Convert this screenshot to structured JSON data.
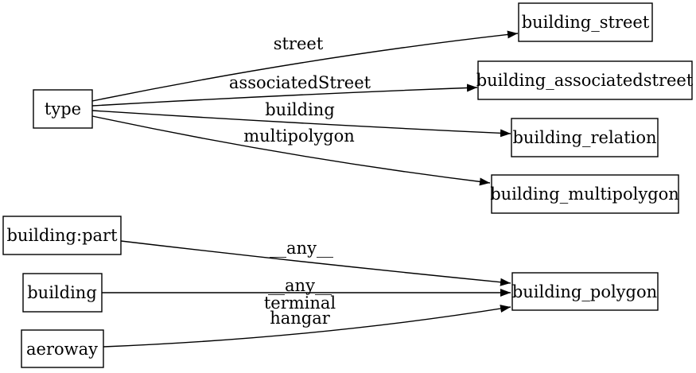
{
  "diagram": {
    "type": "directed-graph",
    "background_color": "#ffffff",
    "node_fill_color": "#ffffff",
    "node_border_color": "#000000",
    "edge_color": "#000000",
    "text_color": "#000000"
  },
  "nodes": [
    {
      "id": "type",
      "label": "type"
    },
    {
      "id": "building_street",
      "label": "building_street"
    },
    {
      "id": "building_associatedstreet",
      "label": "building_associatedstreet"
    },
    {
      "id": "building_relation",
      "label": "building_relation"
    },
    {
      "id": "building_multipolygon",
      "label": "building_multipolygon"
    },
    {
      "id": "building:part",
      "label": "building:part"
    },
    {
      "id": "building",
      "label": "building"
    },
    {
      "id": "aeroway",
      "label": "aeroway"
    },
    {
      "id": "building_polygon",
      "label": "building_polygon"
    }
  ],
  "edges": [
    {
      "from": "type",
      "to": "building_street",
      "label": "street"
    },
    {
      "from": "type",
      "to": "building_associatedstreet",
      "label": "associatedStreet"
    },
    {
      "from": "type",
      "to": "building_relation",
      "label": "building"
    },
    {
      "from": "type",
      "to": "building_multipolygon",
      "label": "multipolygon"
    },
    {
      "from": "building:part",
      "to": "building_polygon",
      "label": "__any__"
    },
    {
      "from": "building",
      "to": "building_polygon",
      "label": "__any__"
    },
    {
      "from": "aeroway",
      "to": "building_polygon",
      "label_lines": [
        "terminal",
        "hangar"
      ]
    }
  ]
}
